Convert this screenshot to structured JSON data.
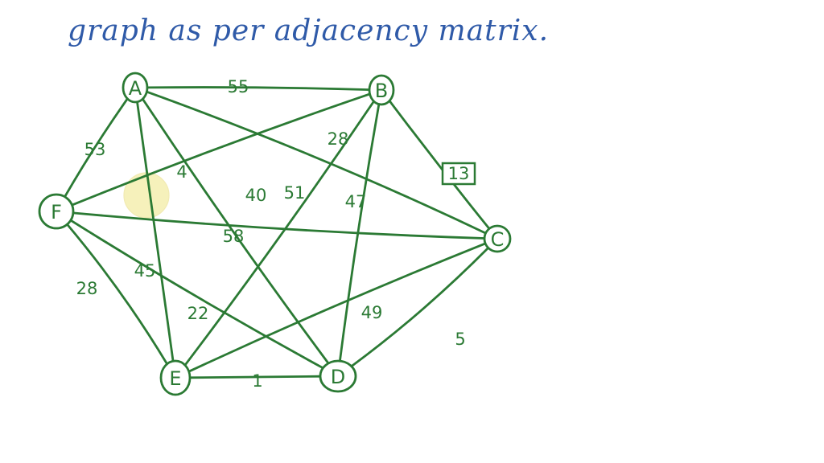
{
  "title": "graph as per adjacency matrix.",
  "colors": {
    "title": "#2f5aa8",
    "edge": "#2b7a34",
    "highlight": "#f5efb0"
  },
  "nodes": [
    {
      "id": "A",
      "label": "A"
    },
    {
      "id": "B",
      "label": "B"
    },
    {
      "id": "C",
      "label": "C"
    },
    {
      "id": "D",
      "label": "D"
    },
    {
      "id": "E",
      "label": "E"
    },
    {
      "id": "F",
      "label": "F"
    }
  ],
  "edges": [
    {
      "from": "A",
      "to": "B",
      "weight": "55"
    },
    {
      "from": "A",
      "to": "C",
      "weight": "28"
    },
    {
      "from": "A",
      "to": "D",
      "weight": "40"
    },
    {
      "from": "A",
      "to": "E",
      "weight": "45"
    },
    {
      "from": "A",
      "to": "F",
      "weight": "53"
    },
    {
      "from": "B",
      "to": "C",
      "weight": "13",
      "boxed": true
    },
    {
      "from": "B",
      "to": "D",
      "weight": "47"
    },
    {
      "from": "B",
      "to": "E",
      "weight": "51"
    },
    {
      "from": "B",
      "to": "F",
      "weight": "4"
    },
    {
      "from": "C",
      "to": "D",
      "weight": "5"
    },
    {
      "from": "C",
      "to": "E",
      "weight": "49"
    },
    {
      "from": "C",
      "to": "F",
      "weight": "58"
    },
    {
      "from": "D",
      "to": "E",
      "weight": "1"
    },
    {
      "from": "D",
      "to": "F",
      "weight": "22"
    },
    {
      "from": "E",
      "to": "F",
      "weight": "28"
    }
  ]
}
